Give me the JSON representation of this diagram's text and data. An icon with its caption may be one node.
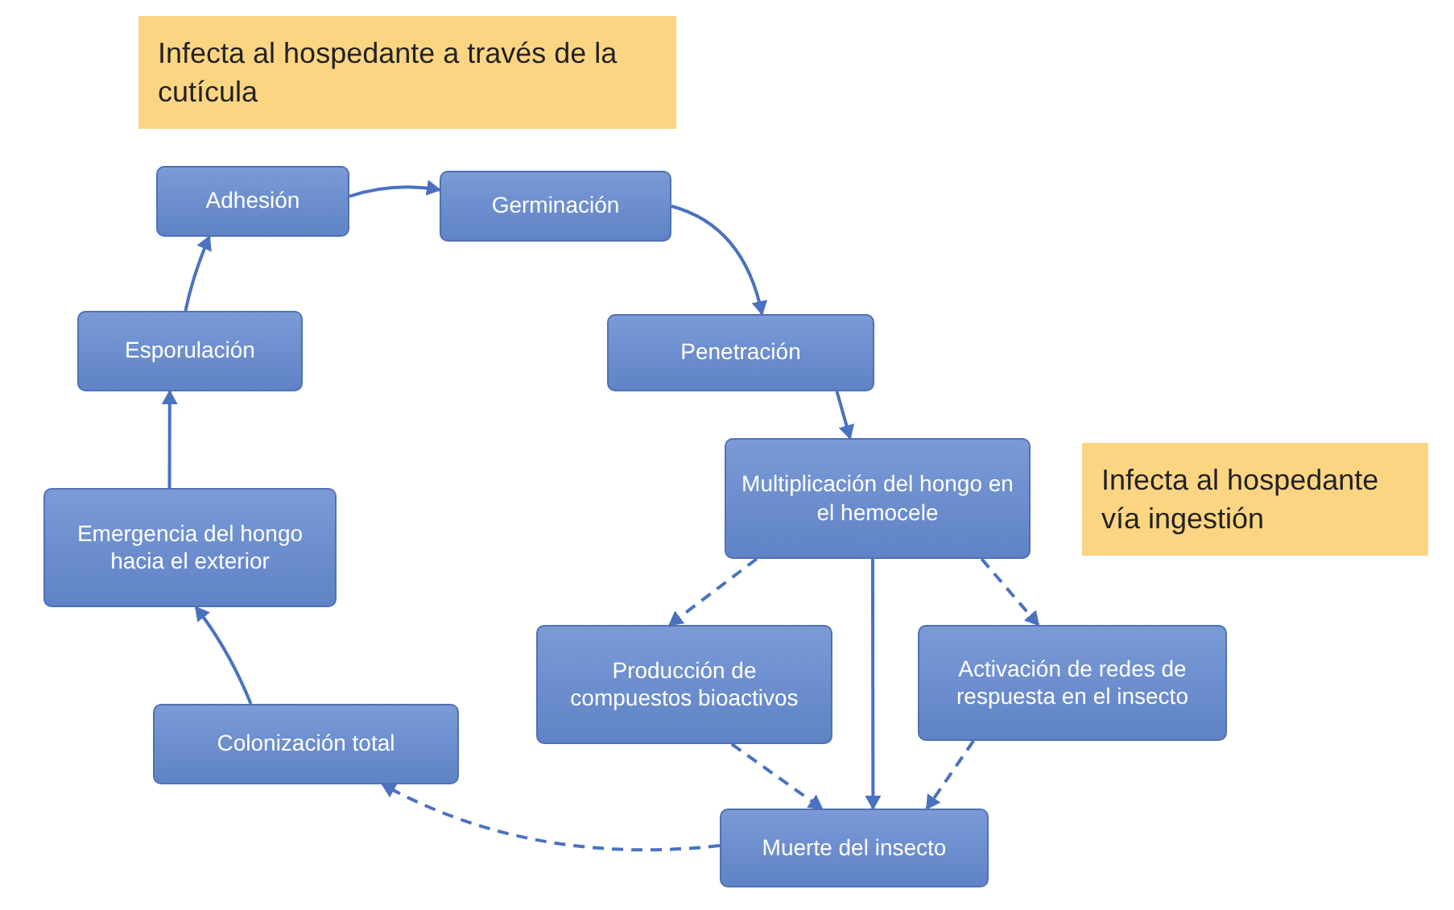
{
  "diagram": {
    "nodes": [
      {
        "text": [
          "Infecta al hospedante a través de la cutícula"
        ]
      },
      {
        "text": [
          "Adhesión"
        ]
      },
      {
        "text": [
          "Germinación"
        ]
      },
      {
        "text": [
          "Penetración"
        ]
      },
      {
        "text": [
          "Multiplicación del hongo en el hemocele"
        ]
      },
      {
        "text": [
          "Infecta al hospedante vía ingestión"
        ]
      },
      {
        "text": [
          "Producción de compuestos bioactivos"
        ]
      },
      {
        "text": [
          "Activación de redes de respuesta en el insecto"
        ]
      },
      {
        "text": [
          "Muerte del insecto"
        ]
      },
      {
        "text": [
          "Colonización total"
        ]
      },
      {
        "text": [
          "Emergencia del hongo hacia el exterior"
        ]
      },
      {
        "text": [
          "Esporulación"
        ]
      }
    ],
    "edges": [
      {
        "from": 1,
        "to": 2,
        "arrow": "to"
      },
      {
        "from": 2,
        "to": 3,
        "arrow": "to"
      },
      {
        "from": 3,
        "to": 4,
        "arrow": "to"
      },
      {
        "from": 4,
        "to": 6,
        "arrow": "to",
        "style": "dashed"
      },
      {
        "from": 4,
        "to": 7,
        "arrow": "to",
        "style": "dashed"
      },
      {
        "from": 4,
        "to": 8,
        "arrow": "to"
      },
      {
        "from": 6,
        "to": 8,
        "arrow": "to",
        "style": "dashed"
      },
      {
        "from": 7,
        "to": 8,
        "arrow": "to",
        "style": "dashed"
      },
      {
        "from": 8,
        "to": 9,
        "arrow": "to",
        "style": "dashed"
      },
      {
        "from": 9,
        "to": 10,
        "arrow": "to"
      },
      {
        "from": 10,
        "to": 11,
        "arrow": "to"
      },
      {
        "from": 11,
        "to": 1,
        "arrow": "to"
      }
    ]
  }
}
